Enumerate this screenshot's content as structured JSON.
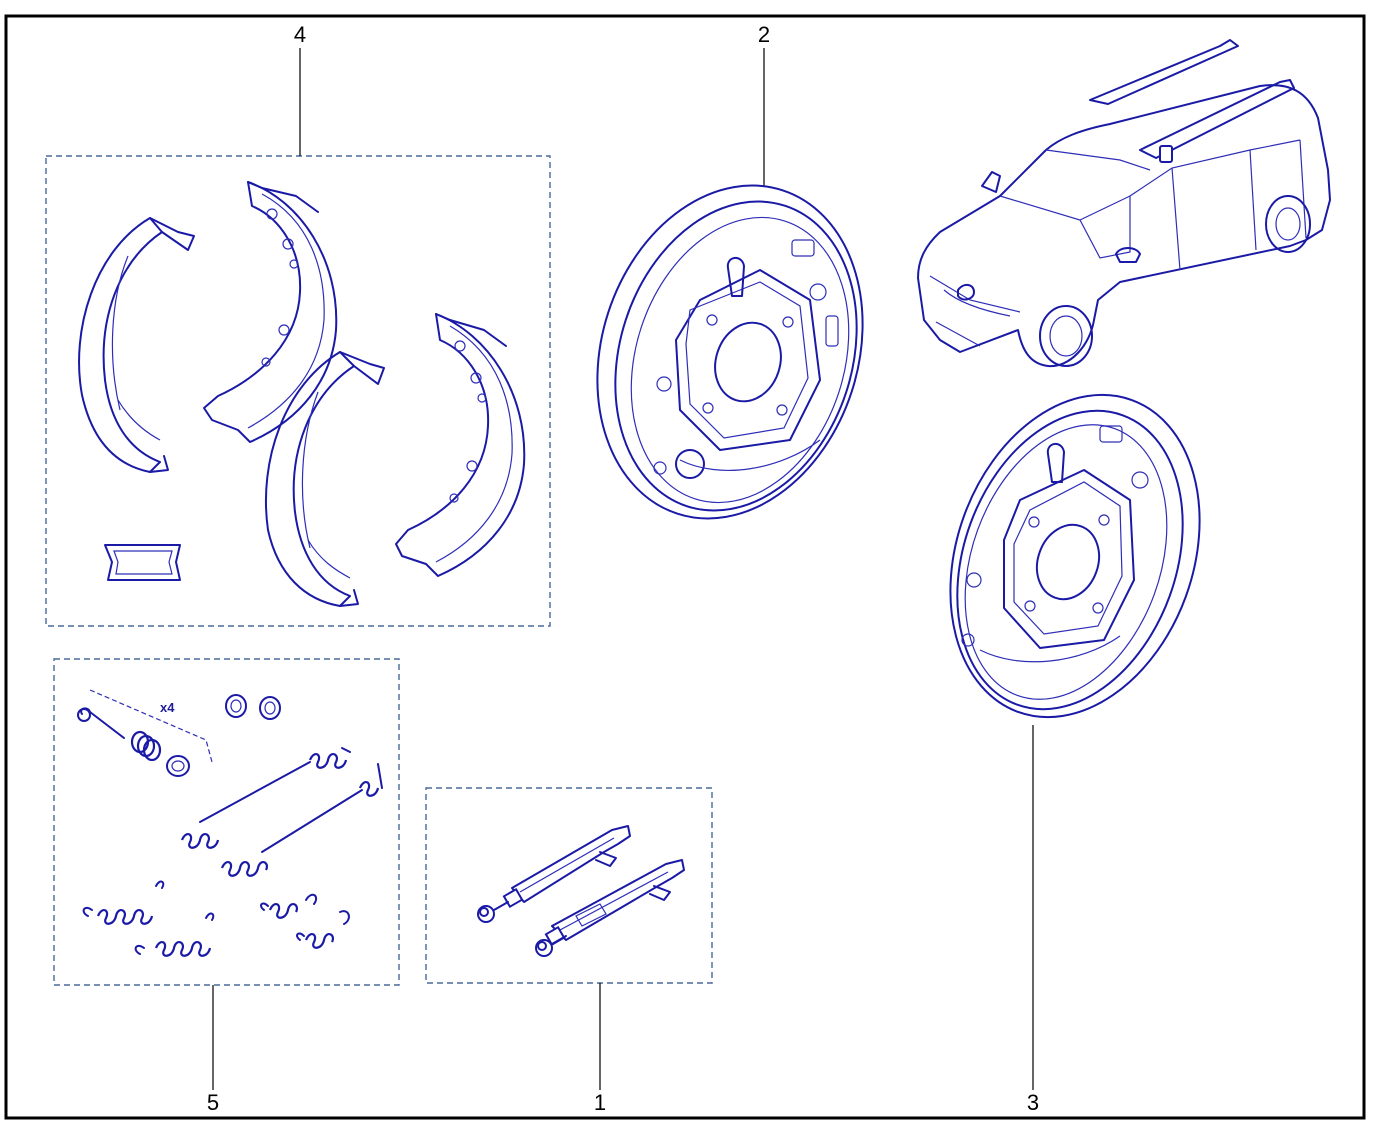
{
  "diagram": {
    "callouts": {
      "c1": "1",
      "c2": "2",
      "c3": "3",
      "c4": "4",
      "c5": "5"
    },
    "quantity_marker": "x4",
    "colors": {
      "line_art": "#1a1aa6",
      "dashed_box": "#4a6a99",
      "frame": "#000000"
    }
  }
}
